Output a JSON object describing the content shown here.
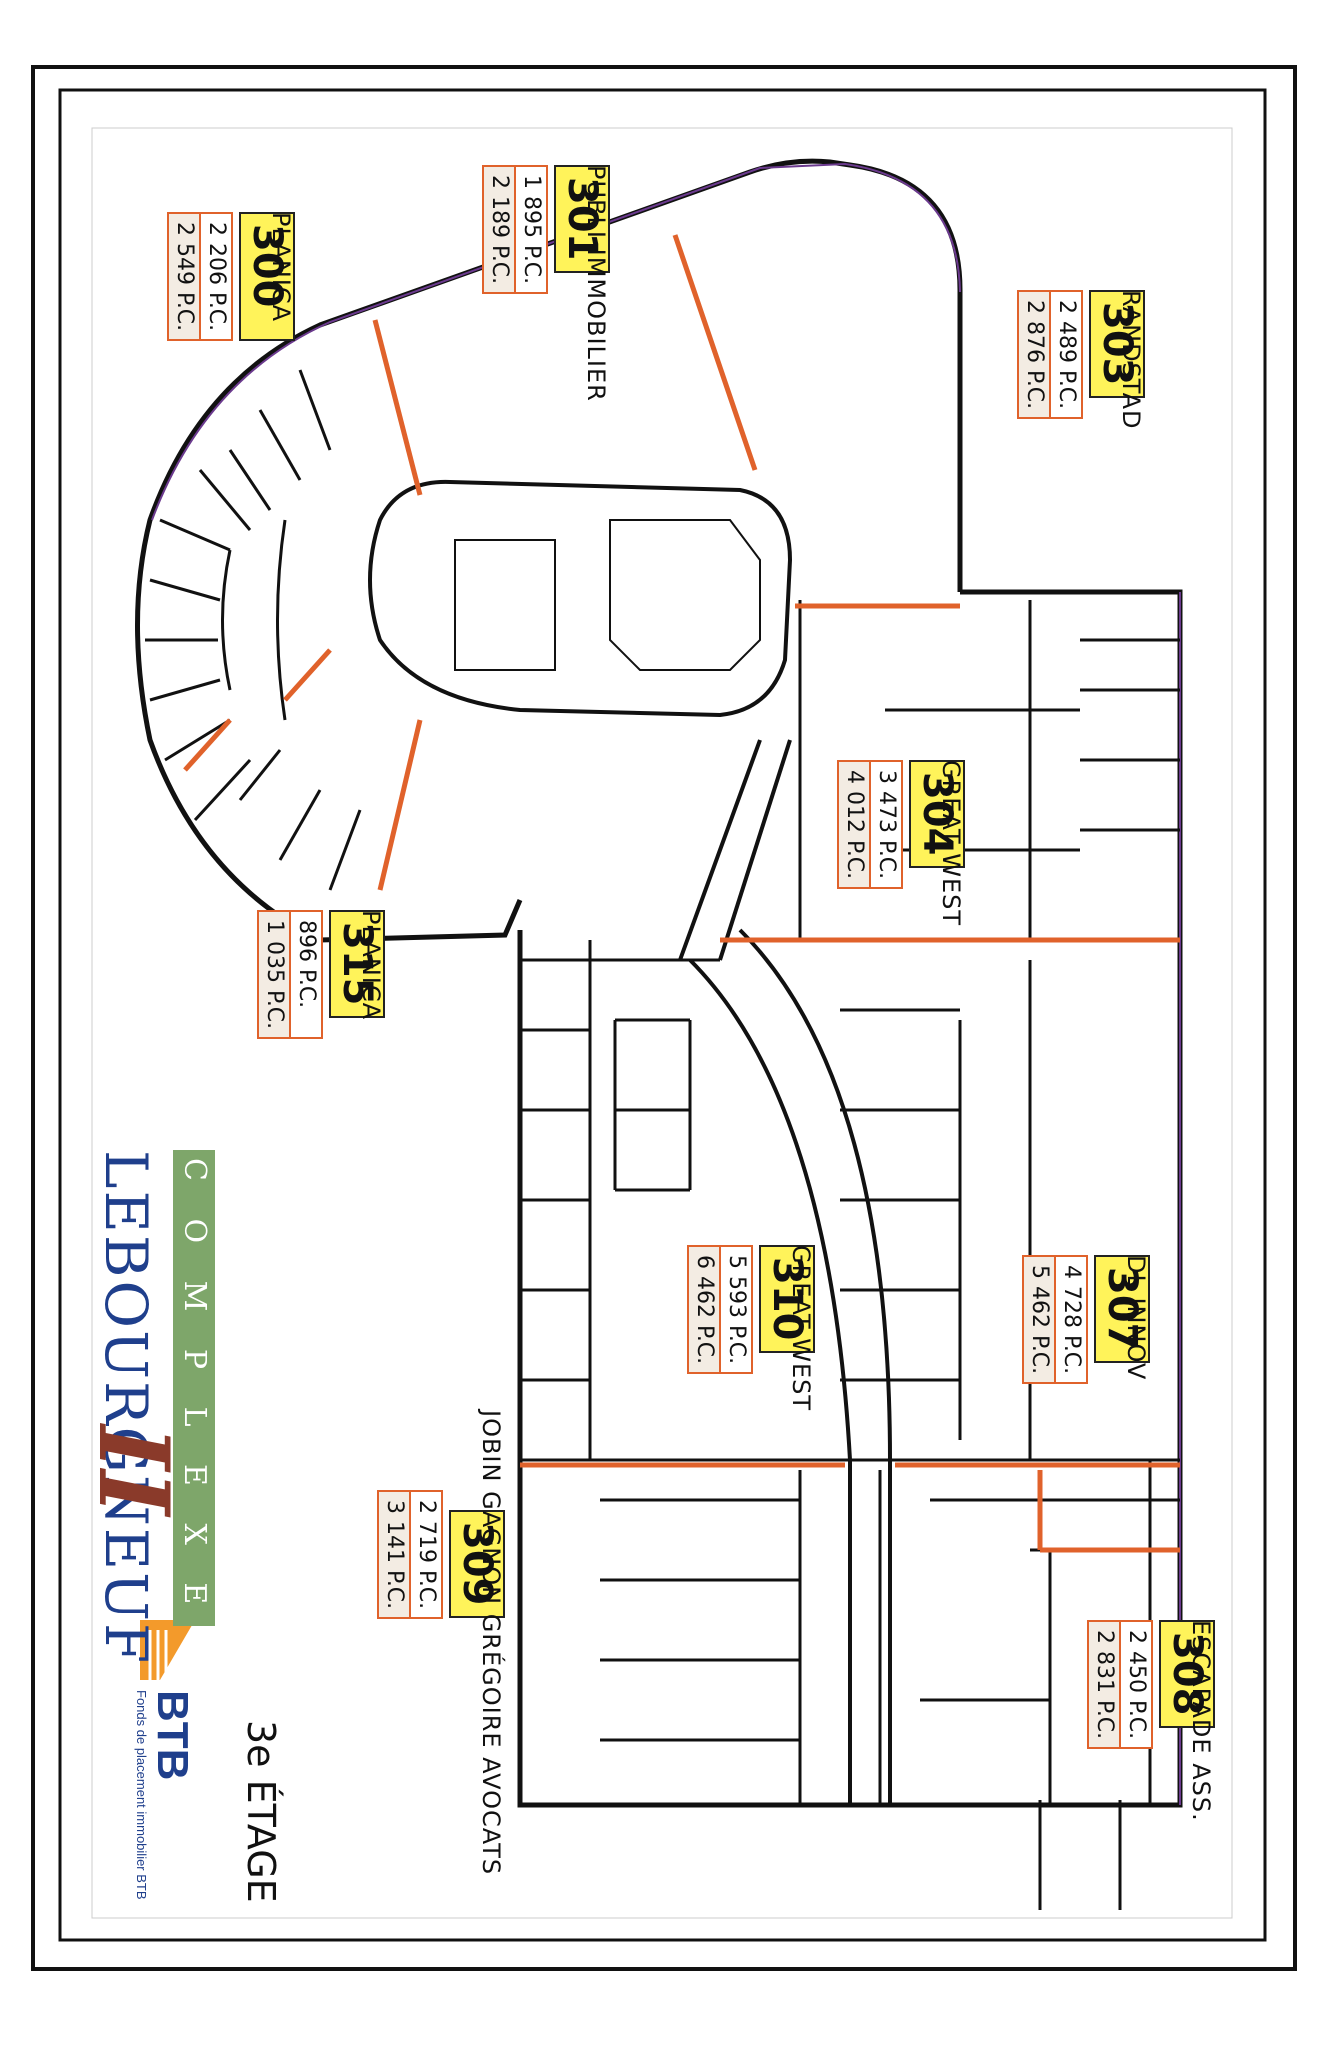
{
  "floor_label": "3e ÉTAGE",
  "building": {
    "complexe": "C O M P L E X E",
    "name": "LEBOURGNEUF",
    "numeral": "II"
  },
  "btb": {
    "name": "BTB",
    "tagline": "Fonds de placement immobilier BTB"
  },
  "suites": [
    {
      "id": "300",
      "tenant": "PLANICA",
      "area1": "2 206 P.C.",
      "area2": "2 549 P.C."
    },
    {
      "id": "301",
      "tenant": "PUBLI-IMMOBILIER",
      "area1": "1 895 P.C.",
      "area2": "2 189 P.C."
    },
    {
      "id": "303",
      "tenant": "RANDSTAD",
      "area1": "2 489 P.C.",
      "area2": "2 876 P.C."
    },
    {
      "id": "304",
      "tenant": "GREAT WEST",
      "area1": "3 473 P.C.",
      "area2": "4 012 P.C."
    },
    {
      "id": "315",
      "tenant": "PLANICA",
      "area1": "896 P.C.",
      "area2": "1 035 P.C."
    },
    {
      "id": "310",
      "tenant": "GREAT WEST",
      "area1": "5 593 P.C.",
      "area2": "6 462 P.C."
    },
    {
      "id": "307",
      "tenant": "DL INNOV",
      "area1": "4 728 P.C.",
      "area2": "5 462 P.C."
    },
    {
      "id": "309",
      "tenant": "JOBIN GAGNON GRÉGOIRE AVOCATS",
      "area1": "2 719 P.C.",
      "area2": "3 141 P.C."
    },
    {
      "id": "308",
      "tenant": "ESCAPADE ASS.",
      "area1": "2 450 P.C.",
      "area2": "2 831 P.C."
    }
  ],
  "colors": {
    "suite_highlight": "#fff35a",
    "area_border": "#e0622b",
    "wall": "#111111",
    "demising": "#e0622b",
    "brand_green": "#7ea66a",
    "brand_blue": "#1f3f8c",
    "btb_orange": "#f39a2b"
  }
}
